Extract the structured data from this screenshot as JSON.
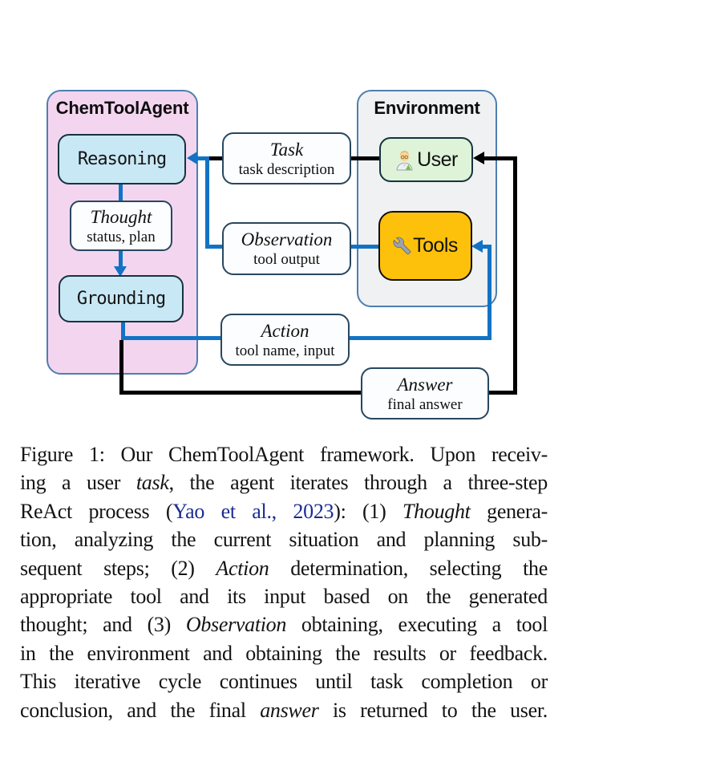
{
  "diagram": {
    "agent_panel": {
      "title": "ChemToolAgent"
    },
    "env_panel": {
      "title": "Environment"
    },
    "reasoning": {
      "label": "Reasoning"
    },
    "thought": {
      "title": "Thought",
      "subtitle": "status, plan"
    },
    "grounding": {
      "label": "Grounding"
    },
    "task": {
      "title": "Task",
      "subtitle": "task description"
    },
    "observation": {
      "title": "Observation",
      "subtitle": "tool output"
    },
    "action": {
      "title": "Action",
      "subtitle": "tool name, input"
    },
    "answer": {
      "title": "Answer",
      "subtitle": "final answer"
    },
    "user": {
      "label": "User",
      "icon": "scientist-icon"
    },
    "tools": {
      "label": "Tools",
      "icon": "wrench-icon"
    },
    "colors": {
      "arrow_blue": "#1273c4",
      "arrow_black": "#000000",
      "agent_panel_bg": "#f4d5ef",
      "env_panel_bg": "#eff1f2",
      "panel_border": "#4d7fb0",
      "process_box_bg": "#c9e8f6",
      "user_box_bg": "#def3d8",
      "tools_box_bg": "#fdc10c",
      "citation_link": "#1b2c94"
    }
  },
  "caption": {
    "lines": [
      [
        {
          "t": "Figure 1: Our ChemToolAgent framework. Upon receiv-"
        }
      ],
      [
        {
          "t": "ing a user "
        },
        {
          "t": "task",
          "i": true
        },
        {
          "t": ", the agent iterates through a three-step"
        }
      ],
      [
        {
          "t": "ReAct process ("
        },
        {
          "t": "Yao et al., 2023",
          "link": true
        },
        {
          "t": "): (1) "
        },
        {
          "t": "Thought",
          "i": true
        },
        {
          "t": " genera-"
        }
      ],
      [
        {
          "t": "tion, analyzing the current situation and planning sub-"
        }
      ],
      [
        {
          "t": "sequent steps; (2) "
        },
        {
          "t": "Action",
          "i": true
        },
        {
          "t": " determination, selecting the"
        }
      ],
      [
        {
          "t": "appropriate tool and its input based on the generated"
        }
      ],
      [
        {
          "t": "thought; and (3) "
        },
        {
          "t": "Observation",
          "i": true
        },
        {
          "t": " obtaining, executing a tool"
        }
      ],
      [
        {
          "t": "in the environment and obtaining the results or feedback."
        }
      ],
      [
        {
          "t": "This iterative cycle continues until task completion or"
        }
      ],
      [
        {
          "t": "conclusion, and the final "
        },
        {
          "t": "answer",
          "i": true
        },
        {
          "t": " is returned to the user."
        }
      ]
    ]
  }
}
